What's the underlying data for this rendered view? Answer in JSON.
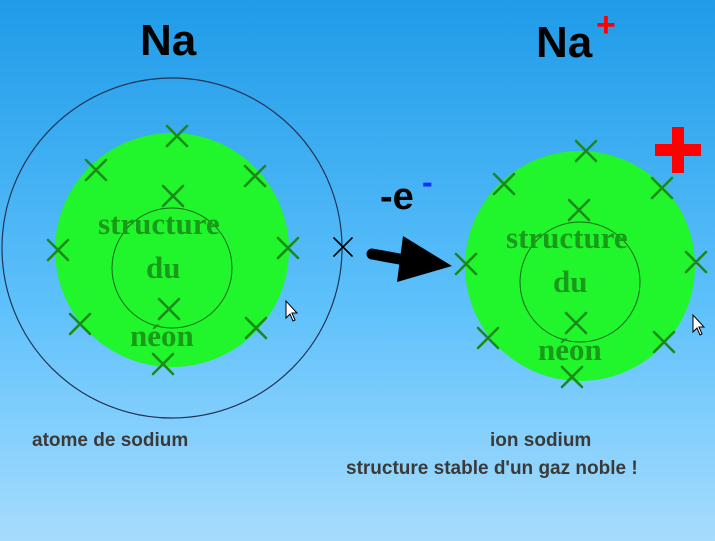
{
  "atom": {
    "symbol": "Na",
    "structure_lines": [
      "structure",
      "du",
      "néon"
    ],
    "caption": "atome de sodium"
  },
  "ion": {
    "symbol": "Na",
    "charge": "+",
    "structure_lines": [
      "structure",
      "du",
      "néon"
    ],
    "caption_line1": "ion sodium",
    "caption_line2": "structure stable d'un gaz noble !"
  },
  "reaction": {
    "label": "-e",
    "superscript": "-"
  },
  "colors": {
    "background_top": "#1f9be8",
    "background_bottom": "#a6dcfd",
    "inner_structure_fill": "#21f52c",
    "electron_inner": "#1a8a1a",
    "electron_outer": "#000000",
    "charge_symbol": "#ff0000",
    "arrow": "#000000"
  },
  "icons": [
    "plus-icon",
    "arrow-right-icon",
    "mouse-cursor-icon"
  ]
}
